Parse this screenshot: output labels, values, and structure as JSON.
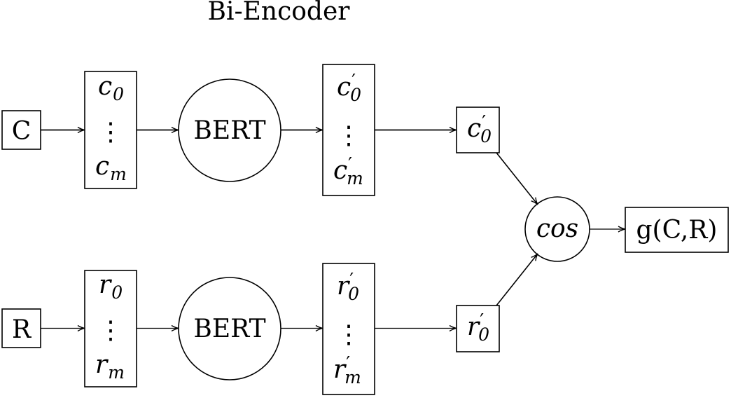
{
  "title": "Bi-Encoder",
  "inputs": {
    "context": "C",
    "response": "R"
  },
  "encoders": {
    "top": "BERT",
    "bottom": "BERT"
  },
  "context_tokens": {
    "first": {
      "base": "c",
      "sub": "0"
    },
    "last": {
      "base": "c",
      "sub": "m"
    }
  },
  "response_tokens": {
    "first": {
      "base": "r",
      "sub": "0"
    },
    "last": {
      "base": "r",
      "sub": "m"
    }
  },
  "context_outputs": {
    "first": {
      "base": "c",
      "prime": "′",
      "sub": "0"
    },
    "last": {
      "base": "c",
      "prime": "′",
      "sub": "m"
    }
  },
  "response_outputs": {
    "first": {
      "base": "r",
      "prime": "′",
      "sub": "0"
    },
    "last": {
      "base": "r",
      "prime": "′",
      "sub": "m"
    }
  },
  "vdots": "⋮",
  "selected": {
    "context": {
      "base": "c",
      "prime": "′",
      "sub": "0"
    },
    "response": {
      "base": "r",
      "prime": "′",
      "sub": "0"
    }
  },
  "similarity": "cos",
  "score": "g(C,R)"
}
